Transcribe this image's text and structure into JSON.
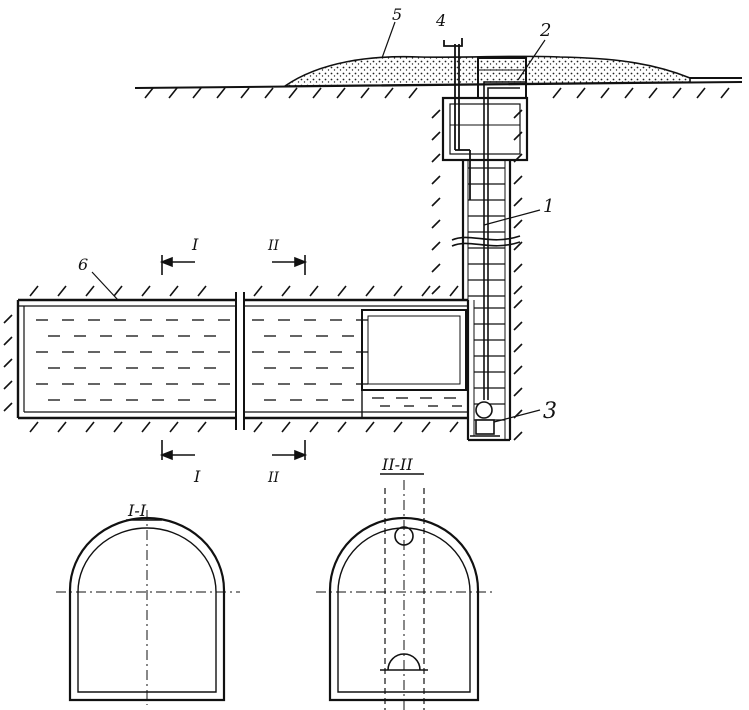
{
  "labels": {
    "shaft": "1",
    "head": "2",
    "pump": "3",
    "pipe": "4",
    "spoil": "5",
    "crown": "6"
  },
  "sections": {
    "s1_top": "I",
    "s2_top": "II",
    "s1_bottom": "I",
    "s2_bottom": "II",
    "s1_title": "I-I",
    "s2_title": "II-II"
  },
  "colors": {
    "ink": "#111111",
    "paper": "#ffffff"
  }
}
